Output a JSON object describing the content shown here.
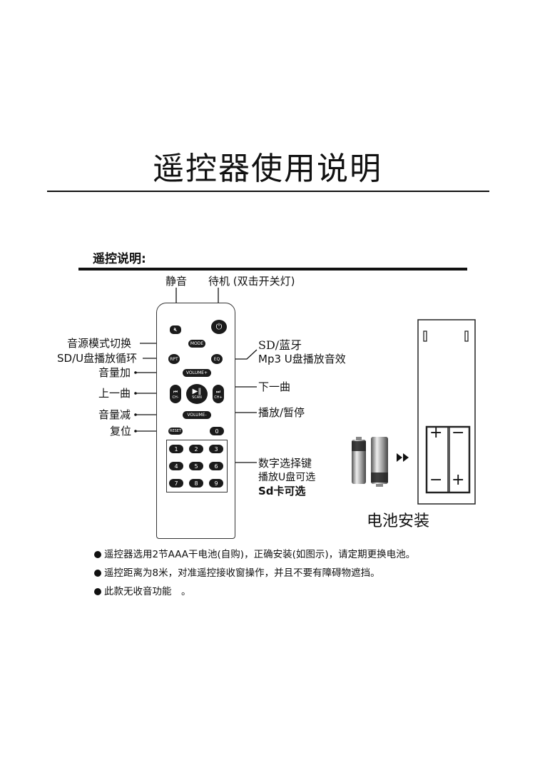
{
  "page": {
    "title": "遥控器使用说明",
    "section_heading": "遥控说明:"
  },
  "remote": {
    "buttons": {
      "mode": "MODE",
      "rpt": "RPT",
      "eq": "EQ",
      "volume_up": "VOLUME+",
      "volume_down": "VOLUME-",
      "prev": "CH-",
      "next": "CH+",
      "play": "SCAN",
      "reset": "RESET",
      "zero": "0",
      "numbers": [
        "1",
        "2",
        "3",
        "4",
        "5",
        "6",
        "7",
        "8",
        "9"
      ]
    }
  },
  "labels": {
    "mute": "静音",
    "standby": "待机 (双击开关灯)",
    "source_mode": "音源模式切换",
    "repeat": "SD/U盘播放循环",
    "volume_up": "音量加",
    "prev": "上一曲",
    "volume_down": "音量减",
    "reset": "复位",
    "sd_bluetooth": "SD/蓝牙",
    "eq": "Mp3 U盘播放音效",
    "next": "下一曲",
    "play_pause": "播放/暂停",
    "number_keys_1": "数字选择键",
    "number_keys_2": "播放U盘可选",
    "number_keys_3": "Sd卡可选"
  },
  "battery": {
    "caption": "电池安装",
    "plus": "+",
    "minus": "−"
  },
  "notes": [
    "遥控器选用2节AAA干电池(自购)，正确安装(如图示)，请定期更换电池。",
    "遥控距离为8米，对准遥控接收窗操作，并且不要有障碍物遮挡。",
    "此款无收音功能　。"
  ],
  "colors": {
    "ink": "#111111",
    "button": "#1b1b1b",
    "battery_gray": "#8a8a8a"
  }
}
